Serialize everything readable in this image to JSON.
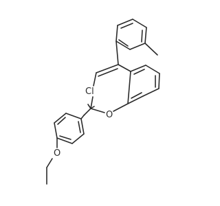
{
  "molecule": {
    "atoms": {
      "chlorine": "Cl",
      "oxygen_ring": "O",
      "oxygen_ether": "O"
    }
  }
}
